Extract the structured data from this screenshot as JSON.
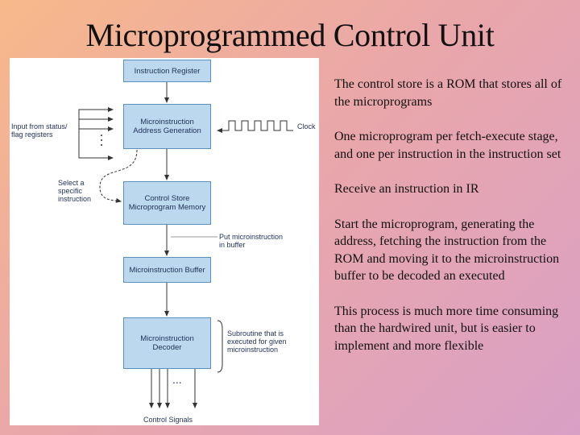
{
  "title": "Microprogrammed Control Unit",
  "diagram": {
    "boxes": {
      "instruction_register": "Instruction Register",
      "address_generation": "Microinstruction\nAddress Generation",
      "control_store": "Control Store\nMicroprogram Memory",
      "buffer": "Microinstruction Buffer",
      "decoder": "Microinstruction\nDecoder"
    },
    "labels": {
      "input_status": "Input from status/\nflag registers",
      "clock": "Clock",
      "select": "Select a\nspecific\ninstruction",
      "put_micro": "Put microinstruction\nin buffer",
      "subroutine": "Subroutine that is\nexecuted for given\nmicroinstruction",
      "control_signals": "Control Signals",
      "ellipsis_h": "..."
    }
  },
  "bullets": [
    "The control store is a ROM that stores all of the microprograms",
    "One microprogram per fetch-execute stage, and one per instruction in the instruction set",
    "Receive an instruction in IR",
    "Start the microprogram, generating the address, fetching the instruction from the ROM and moving it to the microinstruction buffer to be decoded an executed",
    "This process is much more time consuming than the hardwired unit, but is easier to implement and more flexible"
  ]
}
